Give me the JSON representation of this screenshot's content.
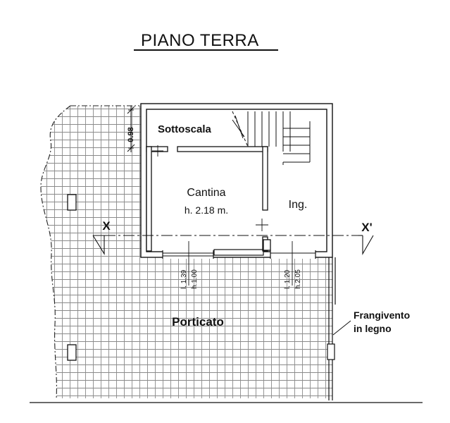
{
  "title": "PIANO TERRA",
  "rooms": {
    "sottoscala": "Sottoscala",
    "cantina": "Cantina",
    "cantina_height": "h. 2.18 m.",
    "ingresso": "Ing.",
    "porticato": "Porticato"
  },
  "section": {
    "left": "X",
    "right": "X'"
  },
  "dimensions": {
    "stair_clearance": "0.98",
    "window1_l": "l. 1.39",
    "window1_h": "h.1.00",
    "window2_l": "l. 1.20",
    "window2_h": "h.2.05"
  },
  "note": {
    "line1": "Frangivento",
    "line2": "in legno"
  }
}
